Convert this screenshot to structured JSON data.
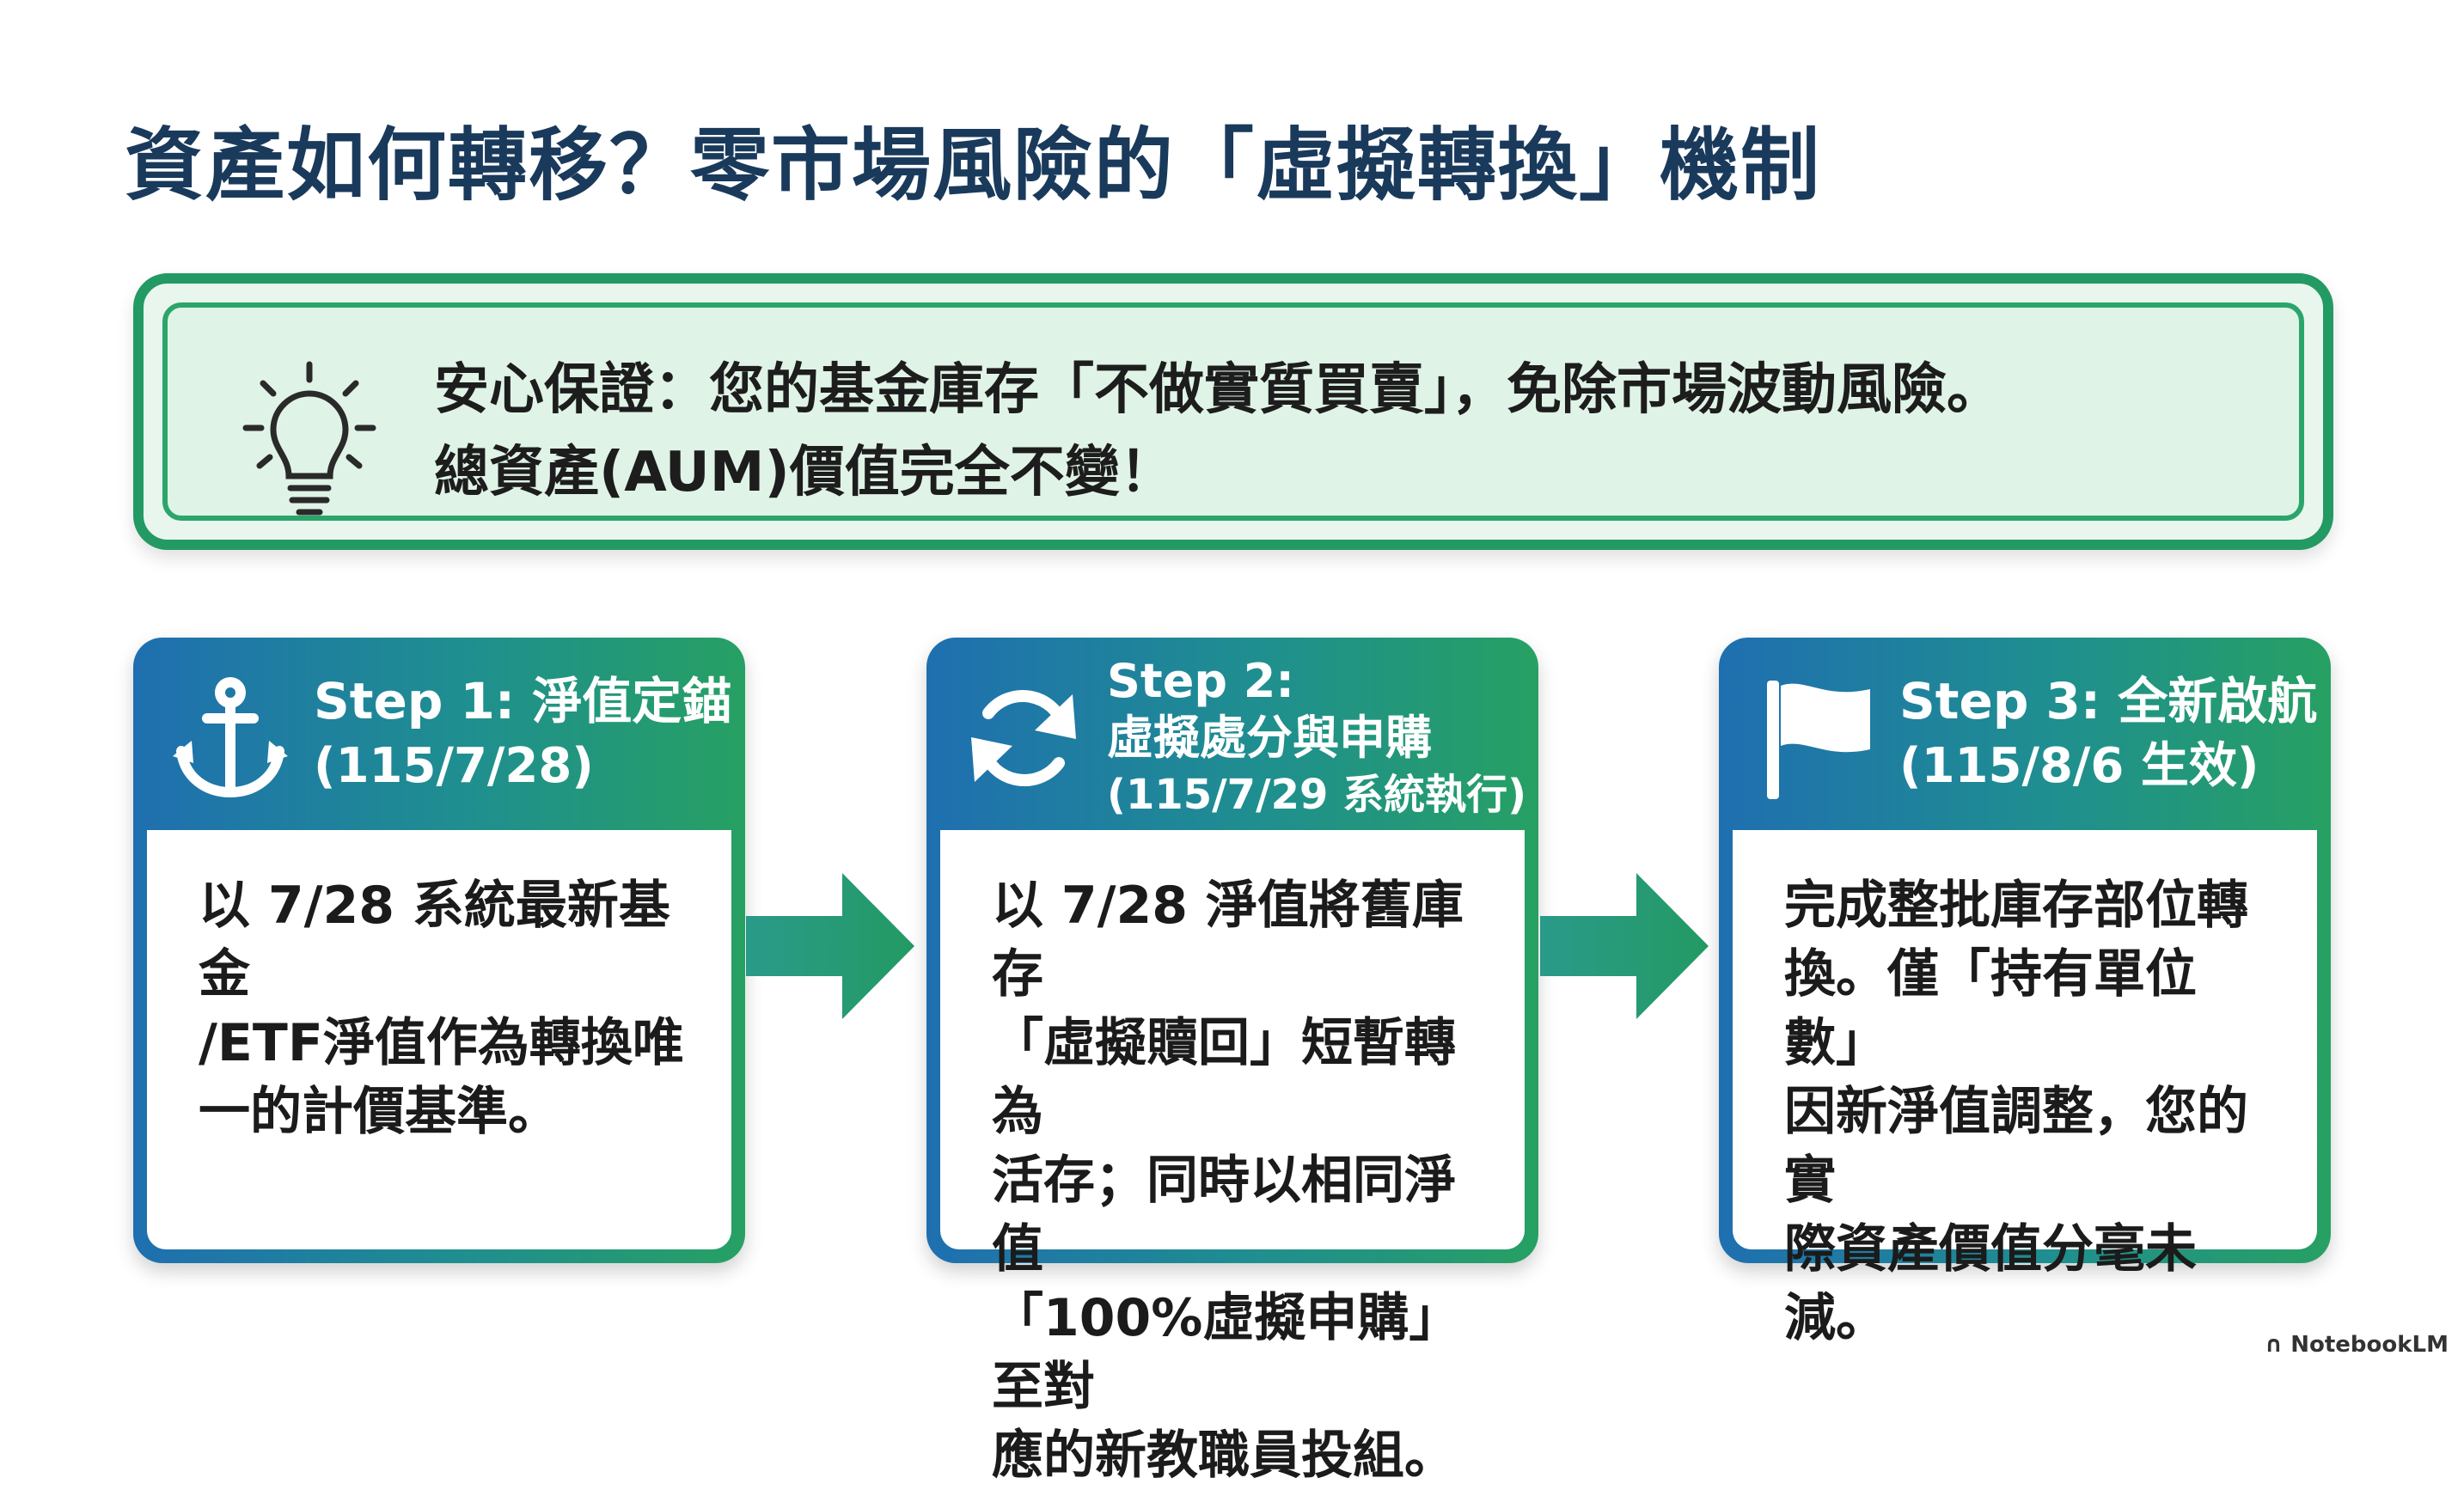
{
  "title": "資產如何轉移？零市場風險的「虛擬轉換」機制",
  "banner": {
    "line1": "安心保證：您的基金庫存「不做實質買賣」，免除市場波動風險。",
    "line2": "總資產(AUM)價值完全不變！",
    "icon": "lightbulb-icon"
  },
  "steps": [
    {
      "title": "Step 1: 淨值定錨",
      "date": "(115/7/28)",
      "icon": "anchor-icon",
      "body": "以 7/28 系統最新基金\n/ETF淨值作為轉換唯\n一的計價基準。"
    },
    {
      "title_line1": "Step 2:",
      "title_line2": "虛擬處分與申購",
      "date": "(115/7/29 系統執行)",
      "icon": "refresh-icon",
      "body": "以 7/28 淨值將舊庫存\n「虛擬贖回」短暫轉為\n活存；同時以相同淨值\n「100%虛擬申購」至對\n應的新教職員投組。"
    },
    {
      "title": "Step 3: 全新啟航",
      "date": "(115/8/6 生效)",
      "icon": "flag-icon",
      "body": "完成整批庫存部位轉\n換。僅「持有單位數」\n因新淨值調整，您的實\n際資產價值分毫未減。"
    }
  ],
  "colors": {
    "green": "#239a63",
    "blue": "#1f6fb0",
    "title": "#1a3a5c"
  },
  "footer": "NotebookLM"
}
